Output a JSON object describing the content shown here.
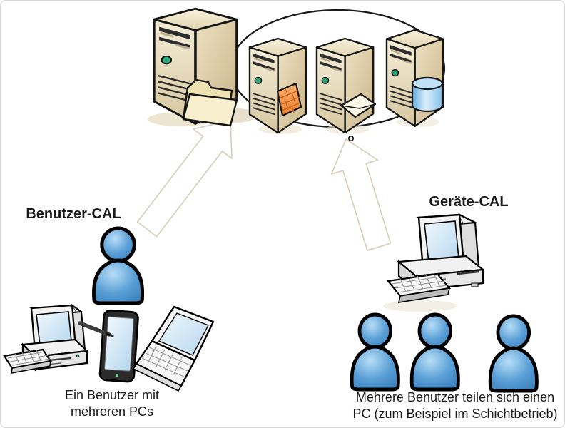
{
  "labels": {
    "benutzer_cal": "Benutzer-CAL",
    "geraete_cal": "Geräte-CAL",
    "left_caption_line1": "Ein Benutzer mit",
    "left_caption_line2": "mehreren PCs",
    "right_caption_line1": "Mehrere Benutzer teilen sich einen",
    "right_caption_line2": "PC (zum Beispiel im Schichtbetrieb)"
  },
  "scene": {
    "server_group": {
      "shape": "ellipse",
      "servers": [
        {
          "name": "server-with-folder",
          "accessory": "folder-icon"
        },
        {
          "name": "server-with-firewall",
          "accessory": "firewall-icon"
        },
        {
          "name": "server-with-envelope",
          "accessory": "envelope-icon"
        },
        {
          "name": "server-with-database",
          "accessory": "database-icon"
        }
      ]
    },
    "left_group": {
      "users": 1,
      "devices": [
        "desktop-pc-icon",
        "tablet-pda-icon",
        "laptop-icon"
      ]
    },
    "right_group": {
      "users": 3,
      "devices": [
        "desktop-pc-icon"
      ]
    },
    "arrows": [
      {
        "name": "benutzer-cal-to-servers-arrow",
        "direction": "up-right"
      },
      {
        "name": "geraete-cal-to-servers-arrow",
        "direction": "up-left"
      }
    ]
  },
  "colors": {
    "server_beige": "#e6d9b6",
    "firewall_orange": "#f79646",
    "database_blue": "#8ec6ec",
    "person_blue": "#4f9bd5",
    "screen_blue": "#cfe6f7",
    "arrow_outline": "#d6ccb8",
    "ellipse_stroke": "#1a1a1a",
    "text": "#1a1a1a"
  }
}
